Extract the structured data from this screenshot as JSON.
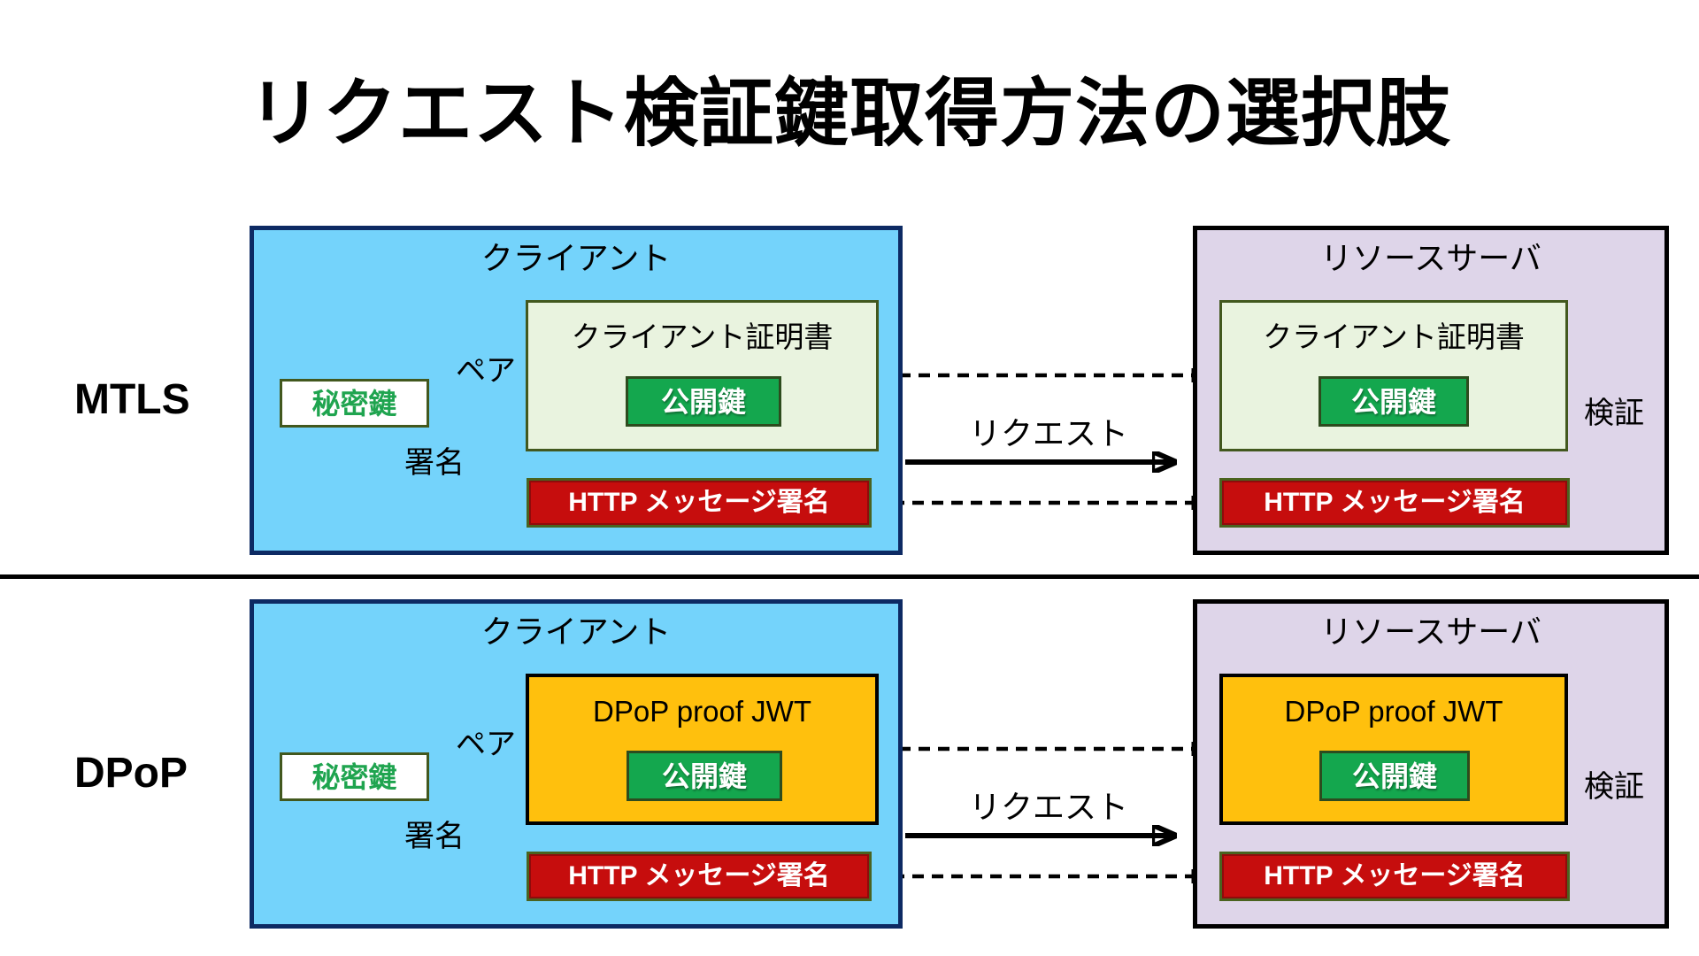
{
  "title": "リクエスト検証鍵取得方法の選択肢",
  "colors": {
    "client_fill": "#74D3FB",
    "client_border": "#0D2A63",
    "server_fill": "#DED5E9",
    "server_border": "#000000",
    "certificate_fill": "#E9F3DF",
    "certificate_border": "#42581E",
    "jwt_fill": "#FFC00D",
    "jwt_border": "#000000",
    "public_key_fill": "#14A74E",
    "private_key_text": "#1FA44F",
    "http_signature_fill": "#C60D0D",
    "http_signature_border": "#4A631F",
    "arrow_color": "#000000"
  },
  "rows": [
    {
      "id": "mtls",
      "side_label": "MTLS",
      "client": {
        "title": "クライアント",
        "container_title": "クライアント証明書",
        "public_key": "公開鍵",
        "private_key": "秘密鍵",
        "pair_label": "ペア",
        "sign_label": "署名",
        "http_sig": "HTTP メッセージ署名"
      },
      "server": {
        "title": "リソースサーバ",
        "container_title": "クライアント証明書",
        "public_key": "公開鍵",
        "http_sig": "HTTP メッセージ署名",
        "verify_label": "検証"
      },
      "request_label": "リクエスト"
    },
    {
      "id": "dpop",
      "side_label": "DPoP",
      "client": {
        "title": "クライアント",
        "container_title": "DPoP proof JWT",
        "public_key": "公開鍵",
        "private_key": "秘密鍵",
        "pair_label": "ペア",
        "sign_label": "署名",
        "http_sig": "HTTP メッセージ署名"
      },
      "server": {
        "title": "リソースサーバ",
        "container_title": "DPoP proof JWT",
        "public_key": "公開鍵",
        "http_sig": "HTTP メッセージ署名",
        "verify_label": "検証"
      },
      "request_label": "リクエスト"
    }
  ]
}
